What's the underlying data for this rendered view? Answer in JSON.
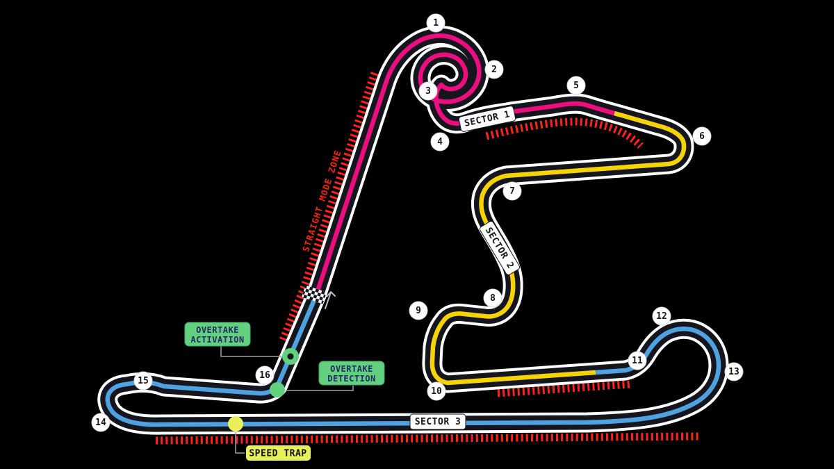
{
  "colors": {
    "bg": "#000000",
    "casing": "#FFFFFF",
    "road": "#15151E",
    "sector1": "#EC0E7F",
    "sector2": "#F6D304",
    "sector3": "#4FA2E0",
    "tick_red": "#FF2219",
    "smz_red": "#FF2000",
    "label_green": "#63D07F",
    "label_green_text": "#252A66",
    "label_yellow": "#E9F15A"
  },
  "turns": [
    {
      "n": "1"
    },
    {
      "n": "2"
    },
    {
      "n": "3"
    },
    {
      "n": "4"
    },
    {
      "n": "5"
    },
    {
      "n": "6"
    },
    {
      "n": "7"
    },
    {
      "n": "8"
    },
    {
      "n": "9"
    },
    {
      "n": "10"
    },
    {
      "n": "11"
    },
    {
      "n": "12"
    },
    {
      "n": "13"
    },
    {
      "n": "14"
    },
    {
      "n": "15"
    },
    {
      "n": "16"
    }
  ],
  "sectors": [
    {
      "label": "SECTOR 1"
    },
    {
      "label": "SECTOR 2"
    },
    {
      "label": "SECTOR 3"
    }
  ],
  "annotations": {
    "straight_mode_zone": "STRAIGHT MODE ZONE",
    "overtake_activation": {
      "line1": "OVERTAKE",
      "line2": "ACTIVATION"
    },
    "overtake_detection": {
      "line1": "OVERTAKE",
      "line2": "DETECTION"
    },
    "speed_trap": "SPEED TRAP"
  }
}
